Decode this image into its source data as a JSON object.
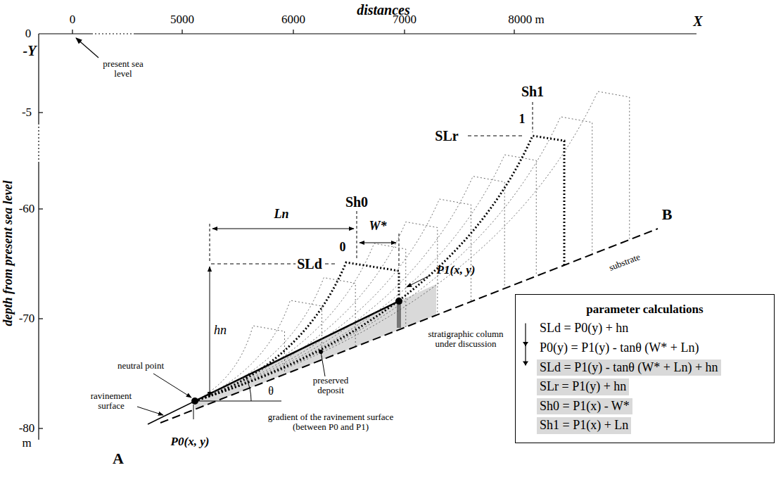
{
  "diagram": {
    "nodes": [
      {
        "text": [
          "parameter calculations",
          "SLd = P0(y) + hn",
          "P0(y) = P1(y) - tanθ (W* + Ln)",
          "SLd = P1(y) - tanθ (W* + Ln) + hn",
          "SLr = P1(y) + hn",
          "Sh0 = P1(x) - W*",
          "Sh1 = P1(x) + Ln"
        ]
      }
    ],
    "edges": [],
    "labels": [
      "distances",
      "0",
      "5000",
      "6000",
      "7000",
      "8000 m",
      "X",
      "-Y",
      "0",
      "-5",
      "-60",
      "-70",
      "-80",
      "m",
      "present sea level",
      "depth from present sea level",
      "Sh1",
      "SLr",
      "1",
      "Sh0",
      "W*",
      "Ln",
      "SLd",
      "0",
      "hn",
      "B",
      "substrate",
      "P1(x, y)",
      "stratigraphic column under discussion",
      "preserved deposit",
      "neutral point",
      "ravinement surface",
      "θ",
      "gradient of the ravinement surface (between P0 and P1)",
      "P0(x, y)",
      "A"
    ]
  }
}
